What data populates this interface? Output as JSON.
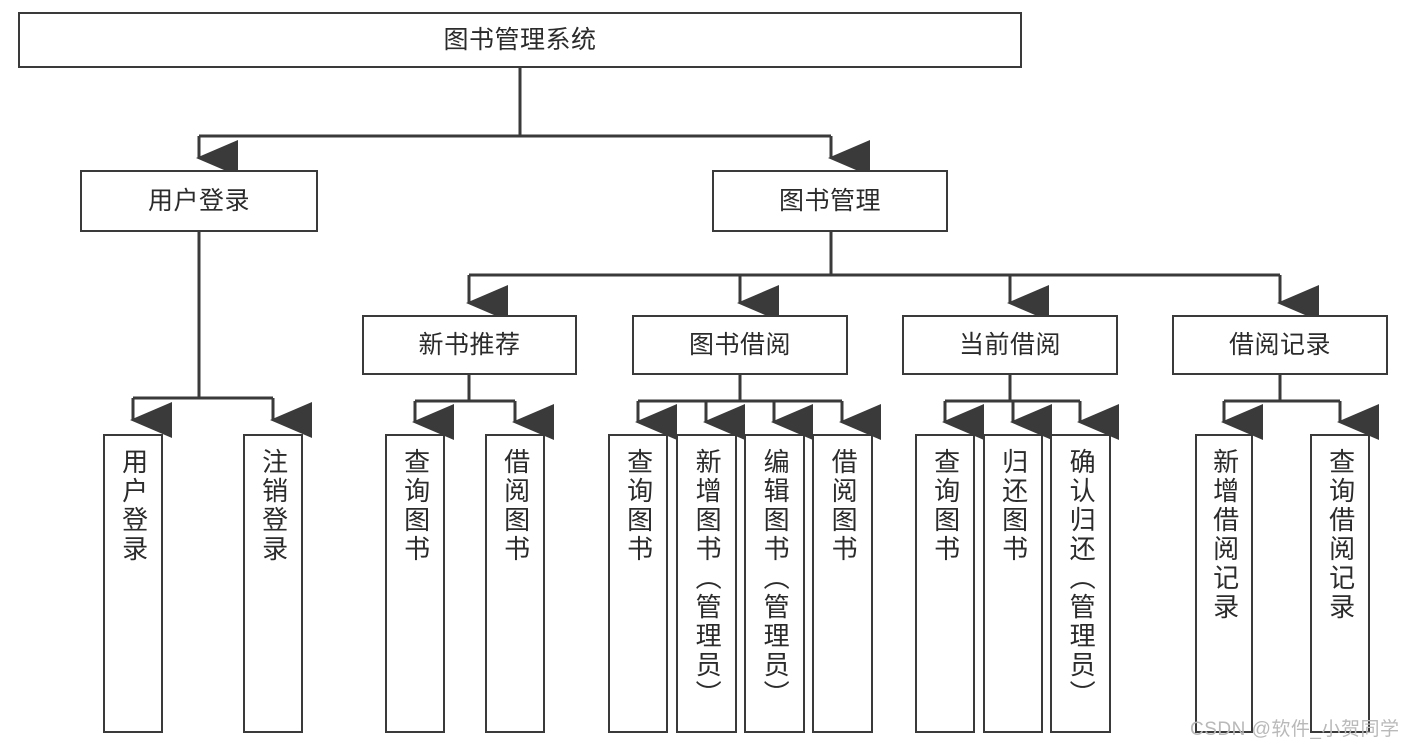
{
  "diagram": {
    "title": "图书管理系统",
    "type": "tree-hierarchy",
    "orientation": "top-down",
    "colors": {
      "box_border": "#3a3a3a",
      "box_fill": "#ffffff",
      "connector": "#3a3a3a",
      "text": "#2b2b2b",
      "watermark": "#b9b9b9"
    }
  },
  "nodes": {
    "root": {
      "label": "图书管理系统"
    },
    "level2": [
      {
        "label": "用户登录"
      },
      {
        "label": "图书管理"
      }
    ],
    "level3": [
      {
        "label": "新书推荐"
      },
      {
        "label": "图书借阅"
      },
      {
        "label": "当前借阅"
      },
      {
        "label": "借阅记录"
      }
    ],
    "leaves": {
      "user_login": [
        {
          "label": "用户登录"
        },
        {
          "label": "注销登录"
        }
      ],
      "new_book_recommend": [
        {
          "label": "查询图书"
        },
        {
          "label": "借阅图书"
        }
      ],
      "book_borrow": [
        {
          "label": "查询图书"
        },
        {
          "label": "新增图书（管理员）"
        },
        {
          "label": "编辑图书（管理员）"
        },
        {
          "label": "借阅图书"
        }
      ],
      "current_borrow": [
        {
          "label": "查询图书"
        },
        {
          "label": "归还图书"
        },
        {
          "label": "确认归还（管理员）"
        }
      ],
      "borrow_record": [
        {
          "label": "新增借阅记录"
        },
        {
          "label": "查询借阅记录"
        }
      ]
    }
  },
  "watermark": {
    "text": "CSDN @软件_小贺同学"
  }
}
